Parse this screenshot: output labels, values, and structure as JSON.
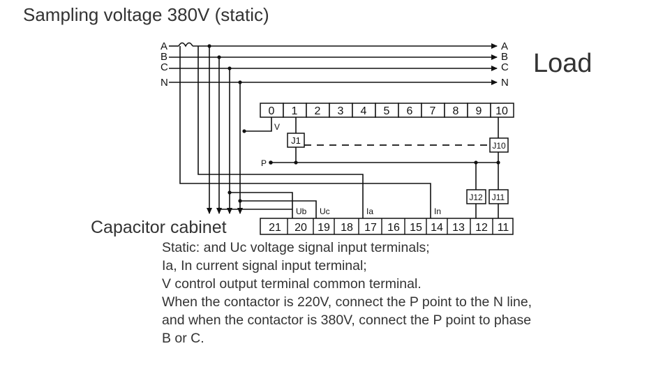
{
  "title": "Sampling voltage 380V (static)",
  "load_label": "Load",
  "cabinet_label": "Capacitor cabinet",
  "phases_in": [
    "A",
    "B",
    "C",
    "N"
  ],
  "phases_out": [
    "A",
    "B",
    "C",
    "N"
  ],
  "top_terminals": [
    "0",
    "1",
    "2",
    "3",
    "4",
    "5",
    "6",
    "7",
    "8",
    "9",
    "10"
  ],
  "bottom_terminals": [
    "21",
    "20",
    "19",
    "18",
    "17",
    "16",
    "15",
    "14",
    "13",
    "12",
    "11"
  ],
  "relays": {
    "j1": "J1",
    "j10": "J10",
    "j12": "J12",
    "j11": "J11"
  },
  "point_labels": {
    "v": "V",
    "p": "P"
  },
  "signal_labels": {
    "ub": "Ub",
    "uc": "Uc",
    "ia": "Ia",
    "in": "In"
  },
  "notes": [
    "Static:      and Uc voltage signal input terminals;",
    "Ia, In current signal input terminal;",
    "V control output terminal common terminal.",
    "When the contactor is 220V, connect the P point to the N line,",
    "and when the contactor is 380V, connect the P point to phase",
    "B or C."
  ]
}
